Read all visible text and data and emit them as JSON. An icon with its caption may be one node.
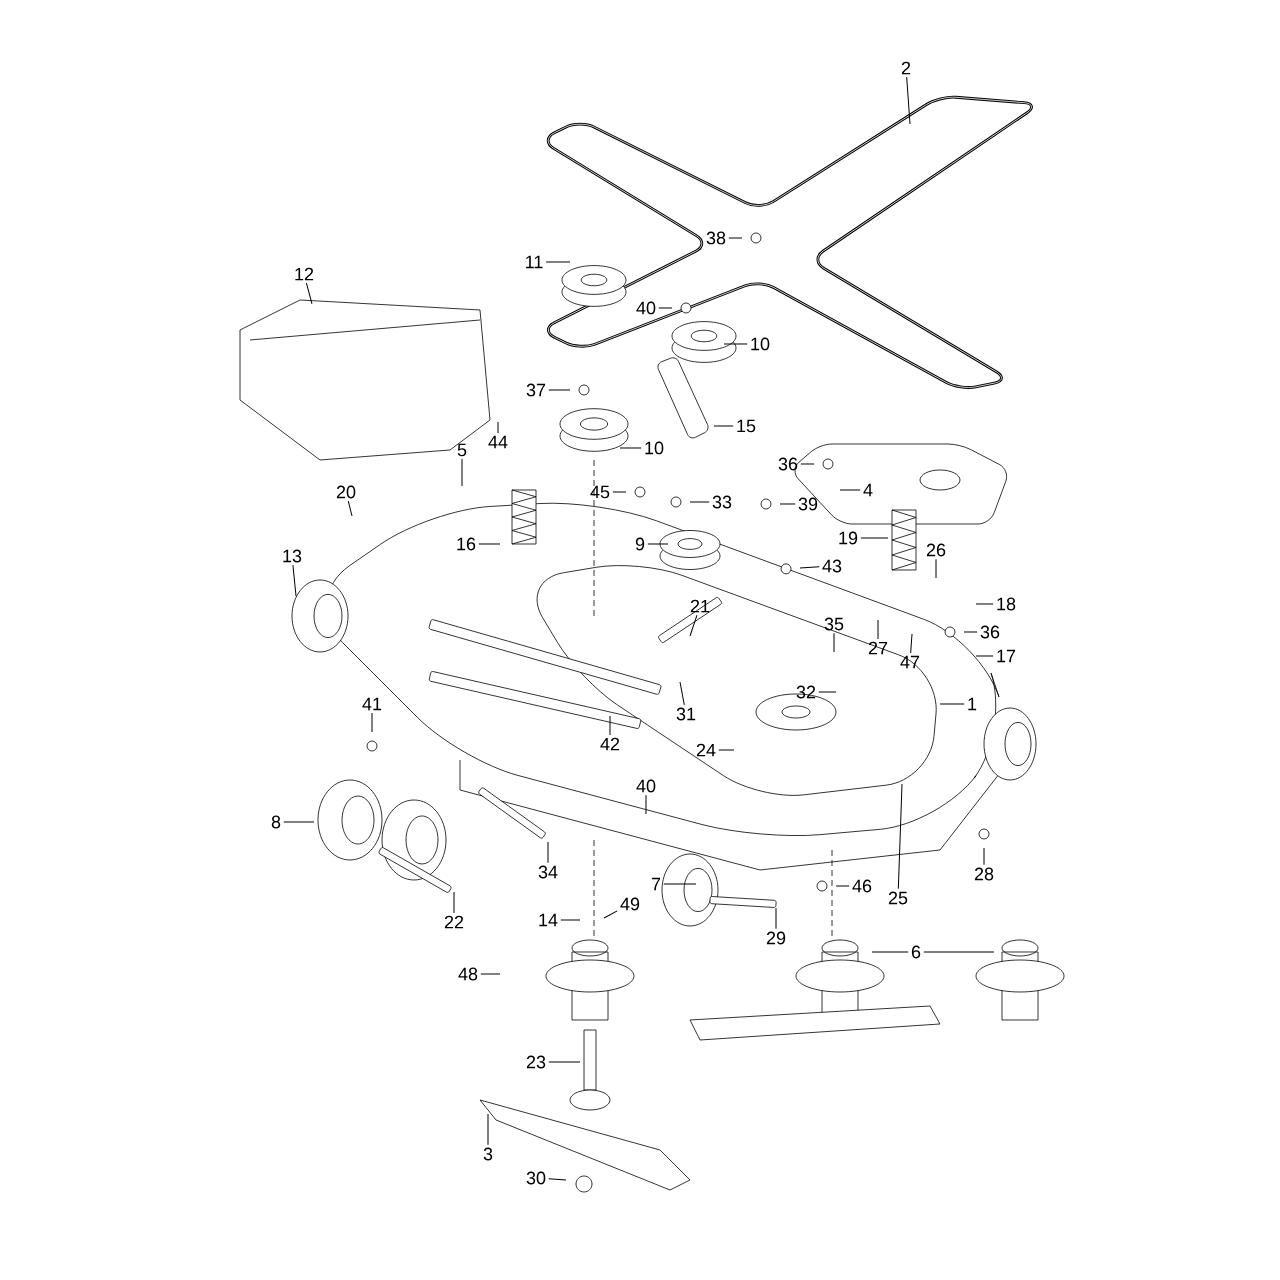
{
  "diagram": {
    "nodes": [
      {
        "text": [
          "2"
        ]
      },
      {
        "text": [
          "38"
        ]
      },
      {
        "text": [
          "11"
        ]
      },
      {
        "text": [
          "12"
        ]
      },
      {
        "text": [
          "40"
        ]
      },
      {
        "text": [
          "10"
        ]
      },
      {
        "text": [
          "37"
        ]
      },
      {
        "text": [
          "15"
        ]
      },
      {
        "text": [
          "10"
        ]
      },
      {
        "text": [
          "44"
        ]
      },
      {
        "text": [
          "5"
        ]
      },
      {
        "text": [
          "36"
        ]
      },
      {
        "text": [
          "20"
        ]
      },
      {
        "text": [
          "45"
        ]
      },
      {
        "text": [
          "33"
        ]
      },
      {
        "text": [
          "39"
        ]
      },
      {
        "text": [
          "4"
        ]
      },
      {
        "text": [
          "19"
        ]
      },
      {
        "text": [
          "16"
        ]
      },
      {
        "text": [
          "9"
        ]
      },
      {
        "text": [
          "26"
        ]
      },
      {
        "text": [
          "13"
        ]
      },
      {
        "text": [
          "43"
        ]
      },
      {
        "text": [
          "18"
        ]
      },
      {
        "text": [
          "21"
        ]
      },
      {
        "text": [
          "35"
        ]
      },
      {
        "text": [
          "36"
        ]
      },
      {
        "text": [
          "27"
        ]
      },
      {
        "text": [
          "47"
        ]
      },
      {
        "text": [
          "17"
        ]
      },
      {
        "text": [
          "32"
        ]
      },
      {
        "text": [
          "1"
        ]
      },
      {
        "text": [
          "41"
        ]
      },
      {
        "text": [
          "31"
        ]
      },
      {
        "text": [
          "42"
        ]
      },
      {
        "text": [
          "24"
        ]
      },
      {
        "text": [
          "40"
        ]
      },
      {
        "text": [
          "8"
        ]
      },
      {
        "text": [
          "28"
        ]
      },
      {
        "text": [
          "34"
        ]
      },
      {
        "text": [
          "7"
        ]
      },
      {
        "text": [
          "46"
        ]
      },
      {
        "text": [
          "25"
        ]
      },
      {
        "text": [
          "49"
        ]
      },
      {
        "text": [
          "14"
        ]
      },
      {
        "text": [
          "22"
        ]
      },
      {
        "text": [
          "29"
        ]
      },
      {
        "text": [
          "6"
        ]
      },
      {
        "text": [
          "48"
        ]
      },
      {
        "text": [
          "23"
        ]
      },
      {
        "text": [
          "3"
        ]
      },
      {
        "text": [
          "30"
        ]
      }
    ],
    "edges": [
      {
        "from": 0,
        "to": null,
        "arrow": "none"
      },
      {
        "from": 1,
        "to": null,
        "arrow": "none"
      },
      {
        "from": 2,
        "to": null,
        "arrow": "none"
      },
      {
        "from": 3,
        "to": null,
        "arrow": "none"
      },
      {
        "from": 4,
        "to": null,
        "arrow": "none"
      },
      {
        "from": 5,
        "to": null,
        "arrow": "none"
      },
      {
        "from": 6,
        "to": null,
        "arrow": "none"
      },
      {
        "from": 7,
        "to": null,
        "arrow": "none"
      },
      {
        "from": 8,
        "to": null,
        "arrow": "none"
      },
      {
        "from": 9,
        "to": null,
        "arrow": "none"
      },
      {
        "from": 10,
        "to": null,
        "arrow": "none"
      },
      {
        "from": 11,
        "to": null,
        "arrow": "none"
      },
      {
        "from": 12,
        "to": null,
        "arrow": "none"
      },
      {
        "from": 13,
        "to": null,
        "arrow": "none"
      },
      {
        "from": 14,
        "to": null,
        "arrow": "none"
      },
      {
        "from": 15,
        "to": null,
        "arrow": "none"
      },
      {
        "from": 16,
        "to": null,
        "arrow": "none"
      },
      {
        "from": 17,
        "to": null,
        "arrow": "none"
      },
      {
        "from": 18,
        "to": null,
        "arrow": "none"
      },
      {
        "from": 19,
        "to": null,
        "arrow": "none"
      },
      {
        "from": 20,
        "to": null,
        "arrow": "none"
      },
      {
        "from": 21,
        "to": null,
        "arrow": "none"
      },
      {
        "from": 22,
        "to": null,
        "arrow": "none"
      },
      {
        "from": 23,
        "to": null,
        "arrow": "none"
      },
      {
        "from": 24,
        "to": null,
        "arrow": "none"
      },
      {
        "from": 25,
        "to": null,
        "arrow": "none"
      },
      {
        "from": 26,
        "to": null,
        "arrow": "none"
      },
      {
        "from": 27,
        "to": null,
        "arrow": "none"
      },
      {
        "from": 28,
        "to": null,
        "arrow": "none"
      },
      {
        "from": 29,
        "to": null,
        "arrow": "none"
      },
      {
        "from": 30,
        "to": null,
        "arrow": "none"
      },
      {
        "from": 31,
        "to": null,
        "arrow": "none"
      },
      {
        "from": 32,
        "to": null,
        "arrow": "none"
      },
      {
        "from": 33,
        "to": null,
        "arrow": "none"
      },
      {
        "from": 34,
        "to": null,
        "arrow": "none"
      },
      {
        "from": 35,
        "to": null,
        "arrow": "none"
      },
      {
        "from": 36,
        "to": null,
        "arrow": "none"
      },
      {
        "from": 37,
        "to": null,
        "arrow": "none"
      },
      {
        "from": 38,
        "to": null,
        "arrow": "none"
      },
      {
        "from": 39,
        "to": null,
        "arrow": "none"
      },
      {
        "from": 40,
        "to": null,
        "arrow": "none"
      },
      {
        "from": 41,
        "to": null,
        "arrow": "none"
      },
      {
        "from": 42,
        "to": null,
        "arrow": "none"
      },
      {
        "from": 43,
        "to": null,
        "arrow": "none"
      },
      {
        "from": 44,
        "to": null,
        "arrow": "none"
      },
      {
        "from": 45,
        "to": null,
        "arrow": "none"
      },
      {
        "from": 46,
        "to": null,
        "arrow": "none"
      },
      {
        "from": 47,
        "to": null,
        "arrow": "none"
      },
      {
        "from": 48,
        "to": null,
        "arrow": "none"
      },
      {
        "from": 49,
        "to": null,
        "arrow": "none"
      },
      {
        "from": 50,
        "to": null,
        "arrow": "none"
      },
      {
        "from": 51,
        "to": null,
        "arrow": "none"
      },
      {
        "from": 47,
        "to": null,
        "arrow": "none"
      }
    ]
  }
}
